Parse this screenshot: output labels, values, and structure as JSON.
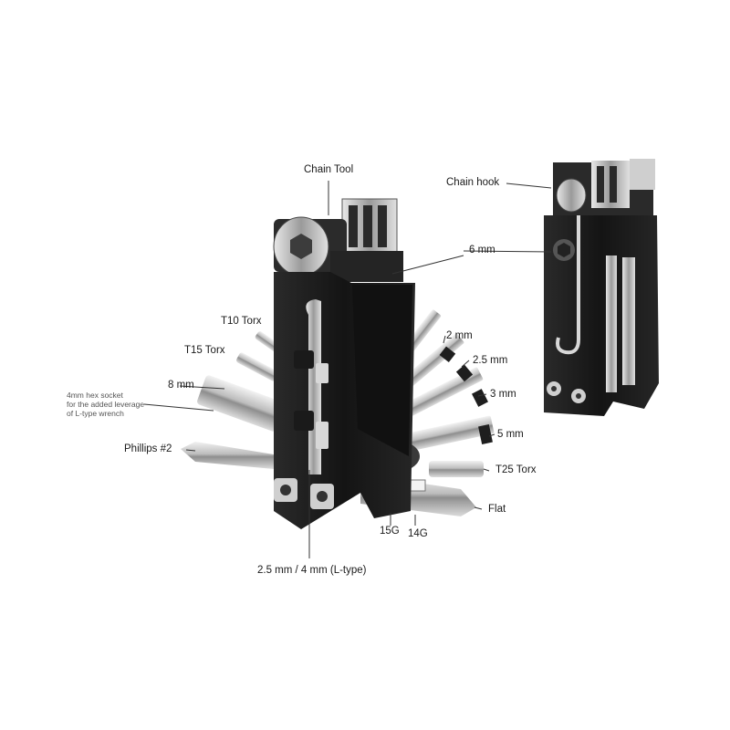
{
  "labels": {
    "chain_tool": "Chain Tool",
    "chain_hook": "Chain hook",
    "six_mm": "6 mm",
    "t10_torx": "T10 Torx",
    "t15_torx": "T15 Torx",
    "eight_mm": "8 mm",
    "hex_socket_note": [
      "4mm hex socket",
      "for the added leverage",
      "of L-type wrench"
    ],
    "phillips": "Phillips #2",
    "two_mm": "2 mm",
    "two_five_mm": "2.5 mm",
    "three_mm": "3 mm",
    "five_mm": "5 mm",
    "t25_torx": "T25 Torx",
    "flat": "Flat",
    "spoke_15g": "15G",
    "spoke_14g": "14G",
    "l_type": "2.5 mm / 4 mm (L-type)"
  },
  "colors": {
    "body": "#1c1c1c",
    "steel": "#c8c8c8",
    "leader": "#333333",
    "background": "#ffffff"
  }
}
